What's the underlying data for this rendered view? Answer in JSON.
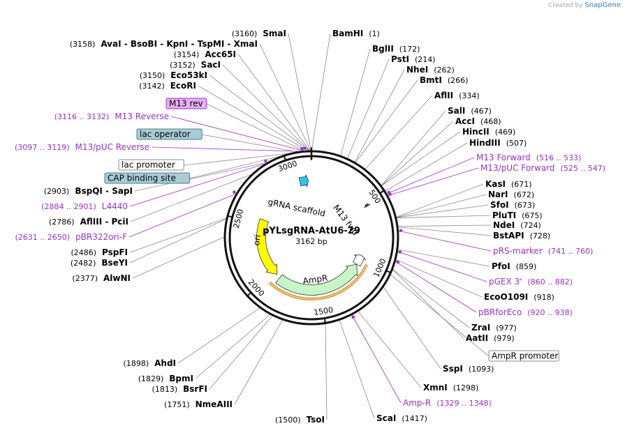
{
  "header": {
    "credit_prefix": "Created by",
    "brand": "SnapGene"
  },
  "plasmid": {
    "name": "pYLsgRNA-AtU6-29",
    "size_label": "3162 bp",
    "length": 3162
  },
  "colors": {
    "backbone": "#111111",
    "primer": "#9b30c8",
    "ori": "#ffff00",
    "ampr": "#c8f5c8",
    "ampr_promoter": "#ffffff",
    "grna": "#28c8f0",
    "m13": "#7a2aa0",
    "orange": "#d08a1f",
    "lac": "#a8ccd6",
    "m13rev_box": "#e6b0f5"
  },
  "ticks": [
    {
      "label": "500",
      "bp": 500
    },
    {
      "label": "1000",
      "bp": 1000
    },
    {
      "label": "1500",
      "bp": 1500
    },
    {
      "label": "2000",
      "bp": 2000
    },
    {
      "label": "2500",
      "bp": 2500
    },
    {
      "label": "3000",
      "bp": 3000
    }
  ],
  "features": [
    {
      "name": "gRNA scaffold",
      "label": "gRNA scaffold",
      "start": 3060,
      "end": 3135,
      "color": "#28c8f0"
    },
    {
      "name": "M13 fwd",
      "label": "M13 fwd",
      "start": 516,
      "end": 533,
      "color": "#7a2aa0"
    },
    {
      "name": "ori",
      "label": "ori",
      "start": 1960,
      "end": 2550,
      "color": "#ffff00"
    },
    {
      "name": "AmpR",
      "label": "AmpR",
      "start": 1058,
      "end": 1918,
      "color": "#c8f5c8"
    },
    {
      "name": "AmpR promoter",
      "label": "",
      "start": 960,
      "end": 1058,
      "color": "#ffffff"
    }
  ],
  "sites": [
    {
      "name": "BamHI",
      "pos": "(1)",
      "bp": 1
    },
    {
      "name": "BglII",
      "pos": "(172)",
      "bp": 172
    },
    {
      "name": "PstI",
      "pos": "(214)",
      "bp": 214
    },
    {
      "name": "NheI",
      "pos": "(262)",
      "bp": 262
    },
    {
      "name": "BmtI",
      "pos": "(266)",
      "bp": 266
    },
    {
      "name": "AflII",
      "pos": "(334)",
      "bp": 334
    },
    {
      "name": "SalI",
      "pos": "(467)",
      "bp": 467
    },
    {
      "name": "AccI",
      "pos": "(468)",
      "bp": 468
    },
    {
      "name": "HincII",
      "pos": "(469)",
      "bp": 469
    },
    {
      "name": "HindIII",
      "pos": "(507)",
      "bp": 507
    },
    {
      "name": "KasI",
      "pos": "(671)",
      "bp": 671
    },
    {
      "name": "NarI",
      "pos": "(672)",
      "bp": 672
    },
    {
      "name": "SfoI",
      "pos": "(673)",
      "bp": 673
    },
    {
      "name": "PluTI",
      "pos": "(675)",
      "bp": 675
    },
    {
      "name": "NdeI",
      "pos": "(724)",
      "bp": 724
    },
    {
      "name": "BstAPI",
      "pos": "(728)",
      "bp": 728
    },
    {
      "name": "PfoI",
      "pos": "(859)",
      "bp": 859
    },
    {
      "name": "EcoO109I",
      "pos": "(918)",
      "bp": 918
    },
    {
      "name": "ZraI",
      "pos": "(977)",
      "bp": 977
    },
    {
      "name": "AatII",
      "pos": "(979)",
      "bp": 979
    },
    {
      "name": "SspI",
      "pos": "(1093)",
      "bp": 1093
    },
    {
      "name": "XmnI",
      "pos": "(1298)",
      "bp": 1298
    },
    {
      "name": "ScaI",
      "pos": "(1417)",
      "bp": 1417
    },
    {
      "name": "TsoI",
      "pos": "(1500)",
      "bp": 1500
    },
    {
      "name": "NmeAIII",
      "pos": "(1751)",
      "bp": 1751
    },
    {
      "name": "BsrFI",
      "pos": "(1813)",
      "bp": 1813
    },
    {
      "name": "BpmI",
      "pos": "(1829)",
      "bp": 1829
    },
    {
      "name": "AhdI",
      "pos": "(1898)",
      "bp": 1898
    },
    {
      "name": "AlwNI",
      "pos": "(2377)",
      "bp": 2377
    },
    {
      "name": "BseYI",
      "pos": "(2482)",
      "bp": 2482
    },
    {
      "name": "PspFI",
      "pos": "(2486)",
      "bp": 2486
    },
    {
      "name": "AflIII - PciI",
      "pos": "(2786)",
      "bp": 2786
    },
    {
      "name": "BspQI - SapI",
      "pos": "(2903)",
      "bp": 2903
    },
    {
      "name": "EcoRI",
      "pos": "(3142)",
      "bp": 3142
    },
    {
      "name": "Eco53kI",
      "pos": "(3150)",
      "bp": 3150
    },
    {
      "name": "SacI",
      "pos": "(3152)",
      "bp": 3152
    },
    {
      "name": "Acc65I",
      "pos": "(3154)",
      "bp": 3154
    },
    {
      "name": "AvaI - BsoBI - KpnI - TspMI - XmaI",
      "pos": "(3158)",
      "bp": 3158
    },
    {
      "name": "SmaI",
      "pos": "(3160)",
      "bp": 3160
    }
  ],
  "primers": [
    {
      "name": "M13 Forward",
      "range": "(516 .. 533)",
      "bp": 524
    },
    {
      "name": "M13/pUC Forward",
      "range": "(525 .. 547)",
      "bp": 536
    },
    {
      "name": "pRS-marker",
      "range": "(741 .. 760)",
      "bp": 750
    },
    {
      "name": "pGEX 3'",
      "range": "(860 .. 882)",
      "bp": 871
    },
    {
      "name": "pBRforEco",
      "range": "(920 .. 938)",
      "bp": 929
    },
    {
      "name": "Amp-R",
      "range": "(1329 .. 1348)",
      "bp": 1338
    },
    {
      "name": "pBR322ori-F",
      "range": "(2631 .. 2650)",
      "bp": 2640
    },
    {
      "name": "L4440",
      "range": "(2884 .. 2901)",
      "bp": 2892
    },
    {
      "name": "M13/pUC Reverse",
      "range": "(3097 .. 3119)",
      "bp": 3108
    },
    {
      "name": "M13 Reverse",
      "range": "(3116 .. 3132)",
      "bp": 3124
    }
  ],
  "boxed_features": [
    {
      "name": "M13 rev",
      "bp": 3124,
      "fill": "#e6b0f5",
      "stroke": "#9b30c8"
    },
    {
      "name": "lac operator",
      "bp": 3085,
      "fill": "#a8ccd6",
      "stroke": "#4a7f90"
    },
    {
      "name": "lac promoter",
      "bp": 3050,
      "fill": "#ffffff",
      "stroke": "#888888"
    },
    {
      "name": "CAP binding site",
      "bp": 3010,
      "fill": "#a8ccd6",
      "stroke": "#4a7f90"
    },
    {
      "name": "AmpR promoter",
      "bp": 1010,
      "fill": "#ffffff",
      "stroke": "#888888"
    }
  ]
}
